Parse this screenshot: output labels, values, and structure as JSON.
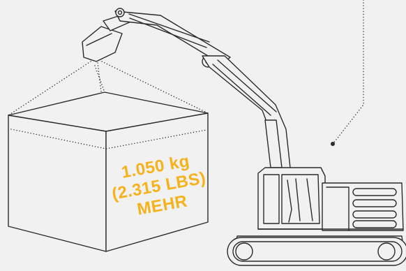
{
  "callout": {
    "line1": "1.050 kg",
    "line2": "(2.315 LBS)",
    "line3": "MEHR"
  },
  "colors": {
    "background": "#f1f1f1",
    "line": "#2b2b2b",
    "accent": "#f5b21b"
  },
  "icons": {
    "machine": "excavator-illustration",
    "load": "box-illustration"
  }
}
